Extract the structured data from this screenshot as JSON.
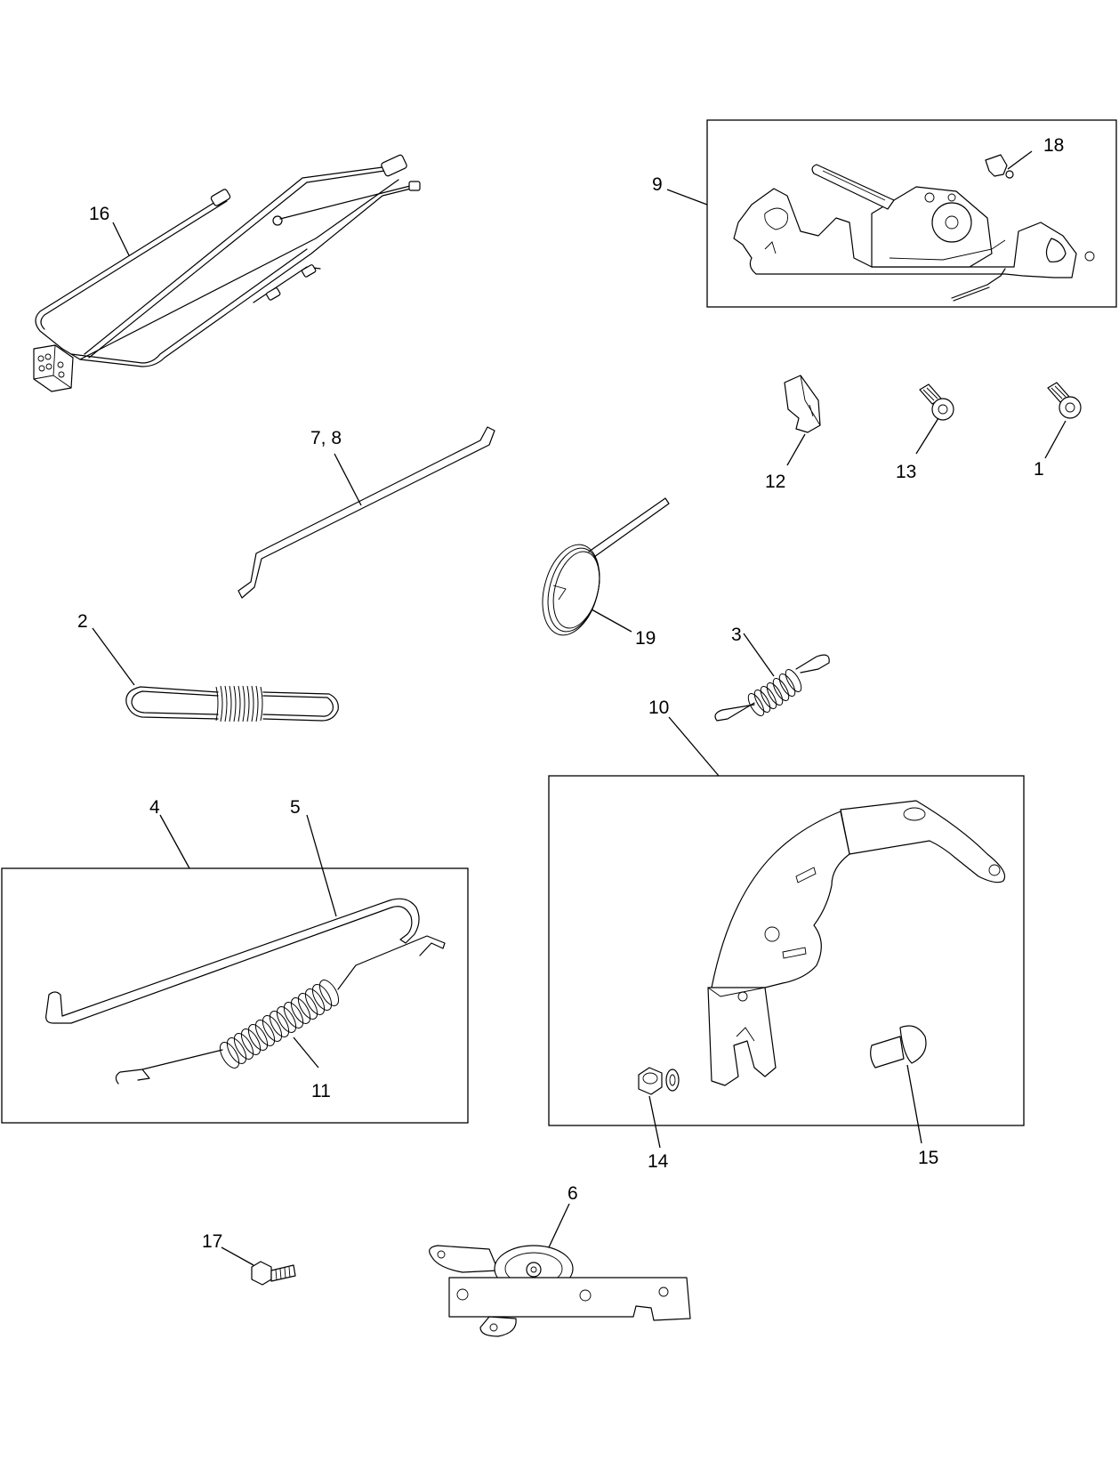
{
  "callouts": {
    "c1": "1",
    "c2": "2",
    "c3": "3",
    "c4": "4",
    "c5": "5",
    "c6": "6",
    "c78": "7, 8",
    "c9": "9",
    "c10": "10",
    "c11": "11",
    "c12": "12",
    "c13": "13",
    "c14": "14",
    "c15": "15",
    "c16": "16",
    "c17": "17",
    "c18": "18",
    "c19": "19"
  }
}
